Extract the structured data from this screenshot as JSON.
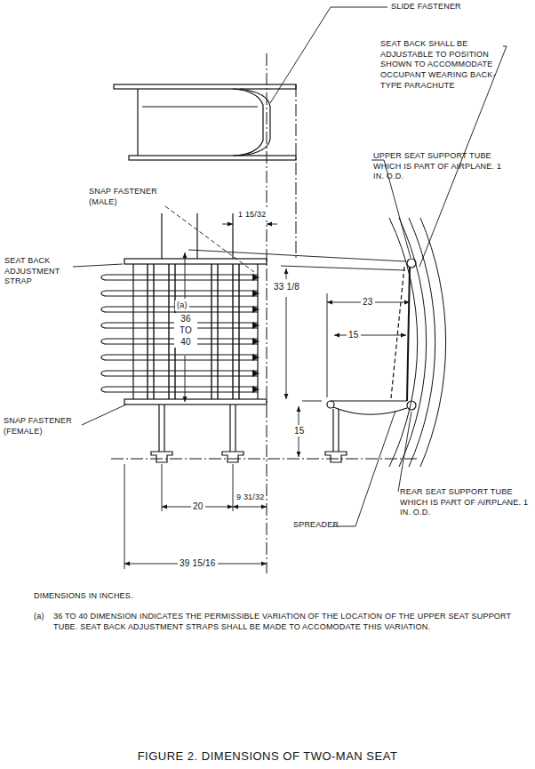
{
  "diagram": {
    "caption": "FIGURE 2. DIMENSIONS OF TWO-MAN SEAT",
    "labels": [
      "SLIDE FASTENER",
      "SEAT BACK SHALL BE ADJUSTABLE TO POSITION SHOWN TO ACCOMMODATE OCCUPANT WEARING BACK-TYPE PARACHUTE",
      "UPPER SEAT SUPPORT TUBE WHICH IS PART OF AIRPLANE. 1 IN. O.D.",
      "SNAP FASTENER (MALE)",
      "1 15/32",
      "SEAT BACK ADJUSTMENT STRAP",
      "(a)",
      "36 TO 40",
      "33 1/8",
      "23",
      "15",
      "15",
      "SNAP FASTENER (FEMALE)",
      "20",
      "9 31/32",
      "39 15/16",
      "SPREADER",
      "REAR SEAT SUPPORT TUBE WHICH IS PART OF AIRPLANE. 1 IN. O.D.",
      "DIMENSIONS IN INCHES.",
      "(a)",
      "36 TO 40 DIMENSION INDICATES THE PERMISSIBLE VARIATION OF THE LOCATION OF THE UPPER SEAT SUPPORT TUBE. SEAT BACK ADJUSTMENT STRAPS SHALL BE MADE TO ACCOMODATE THIS VARIATION."
    ]
  }
}
